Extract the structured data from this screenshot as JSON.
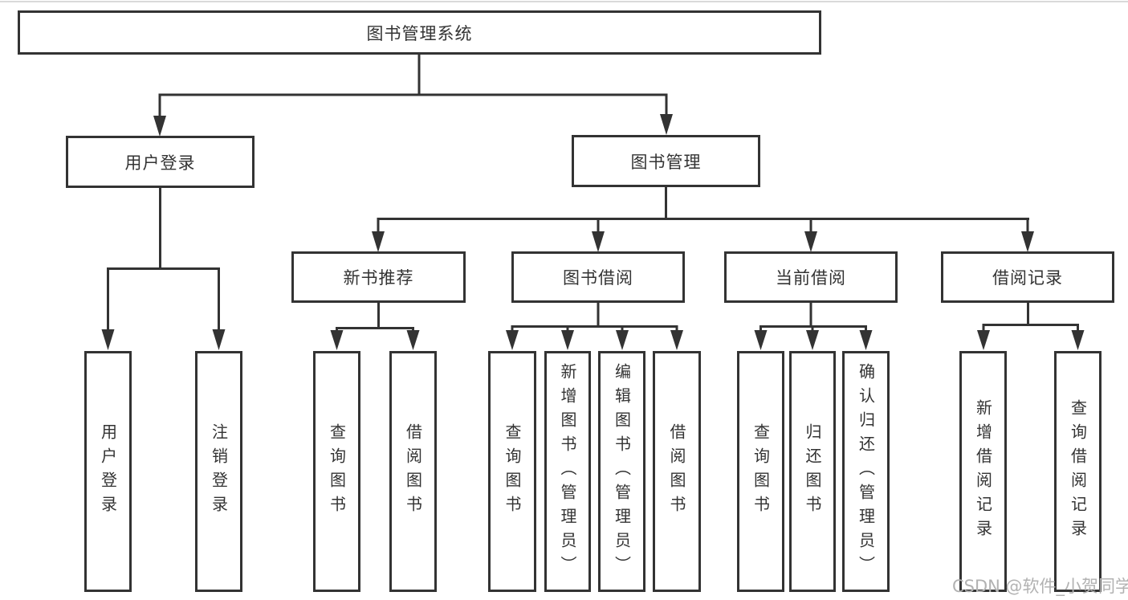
{
  "tree": {
    "label": "图书管理系统",
    "children": [
      {
        "label": "用户登录",
        "children": [
          {
            "label": "用户登录"
          },
          {
            "label": "注销登录"
          }
        ]
      },
      {
        "label": "图书管理",
        "children": [
          {
            "label": "新书推荐",
            "children": [
              {
                "label": "查询图书"
              },
              {
                "label": "借阅图书"
              }
            ]
          },
          {
            "label": "图书借阅",
            "children": [
              {
                "label": "查询图书"
              },
              {
                "label": "新增图书（管理员）"
              },
              {
                "label": "编辑图书（管理员）"
              },
              {
                "label": "借阅图书"
              }
            ]
          },
          {
            "label": "当前借阅",
            "children": [
              {
                "label": "查询图书"
              },
              {
                "label": "归还图书"
              },
              {
                "label": "确认归还（管理员）"
              }
            ]
          },
          {
            "label": "借阅记录",
            "children": [
              {
                "label": "新增借阅记录"
              },
              {
                "label": "查询借阅记录"
              }
            ]
          }
        ]
      }
    ]
  },
  "watermark": {
    "text": "CSDN @软件_小贺同学"
  },
  "colors": {
    "line": "#333333",
    "box_background": "#ffffff",
    "text": "#333333",
    "watermark": "#b2b2b2"
  }
}
